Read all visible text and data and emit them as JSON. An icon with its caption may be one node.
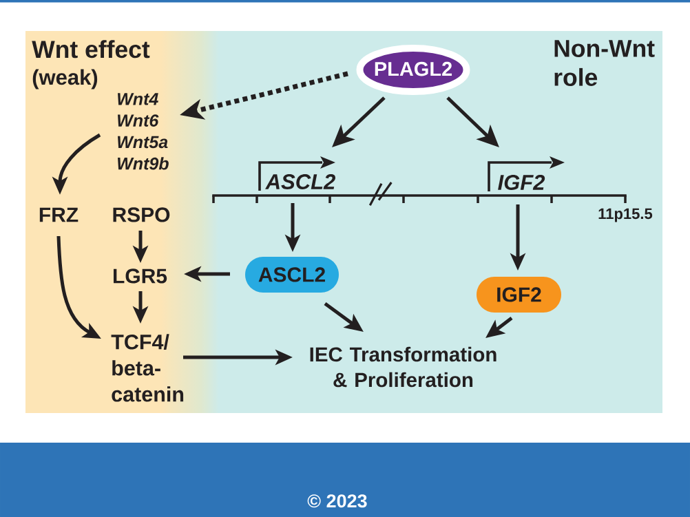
{
  "diagram": {
    "nodes": [
      {
        "text": [
          "Wnt effect",
          "(weak)"
        ]
      },
      {
        "text": [
          "Non-Wnt role"
        ]
      },
      {
        "text": [
          "PLAGL2"
        ],
        "in": 1
      },
      {
        "text": [
          "Wnt4 Wnt6 Wnt5a Wnt9b"
        ],
        "in": 0
      },
      {
        "text": [
          "ASCL2"
        ],
        "in": 1
      },
      {
        "text": [
          "IGF2"
        ],
        "in": 1
      },
      {
        "text": [
          "FRZ"
        ],
        "in": 0
      },
      {
        "text": [
          "RSPO"
        ],
        "in": 0
      },
      {
        "text": [
          "LGR5"
        ],
        "in": 0
      },
      {
        "text": [
          "ASCL2"
        ],
        "in": 1
      },
      {
        "text": [
          "IGF2"
        ],
        "in": 1
      },
      {
        "text": [
          "TCF4/ beta- catenin"
        ],
        "in": 0
      },
      {
        "text": [
          "IEC Transformation & Proliferation"
        ],
        "in": 1
      }
    ],
    "edges": [
      {
        "from": 2,
        "to": 3,
        "arrow": "to",
        "style": "dashed"
      },
      {
        "from": 2,
        "to": 4,
        "arrow": "to"
      },
      {
        "from": 2,
        "to": 5,
        "arrow": "to"
      },
      {
        "from": 3,
        "to": 6,
        "arrow": "to"
      },
      {
        "from": 7,
        "to": 8,
        "arrow": "to"
      },
      {
        "from": 8,
        "to": 11,
        "arrow": "to"
      },
      {
        "from": 6,
        "to": 11,
        "arrow": "to"
      },
      {
        "from": 4,
        "to": 9,
        "arrow": "to"
      },
      {
        "from": 5,
        "to": 10,
        "arrow": "to"
      },
      {
        "from": 9,
        "to": 8,
        "arrow": "to"
      },
      {
        "from": 9,
        "to": 12,
        "arrow": "to"
      },
      {
        "from": 10,
        "to": 12,
        "arrow": "to"
      },
      {
        "from": 11,
        "to": 12,
        "arrow": "to"
      }
    ],
    "labels": [
      "11p15.5",
      "© 2023"
    ]
  }
}
